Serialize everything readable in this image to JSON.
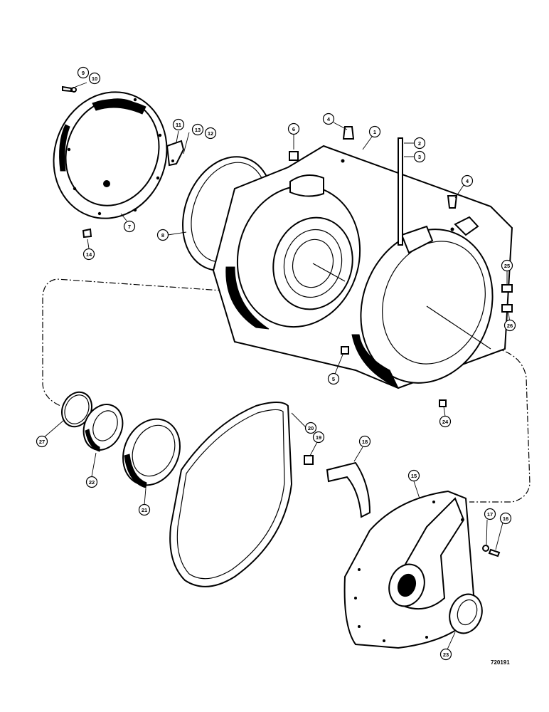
{
  "callouts": [
    {
      "label": "1"
    },
    {
      "label": "2"
    },
    {
      "label": "3"
    },
    {
      "label": "4"
    },
    {
      "label": "4"
    },
    {
      "label": "5"
    },
    {
      "label": "6"
    },
    {
      "label": "7"
    },
    {
      "label": "8"
    },
    {
      "label": "9"
    },
    {
      "label": "10"
    },
    {
      "label": "11"
    },
    {
      "label": "12"
    },
    {
      "label": "13"
    },
    {
      "label": "14"
    },
    {
      "label": "15"
    },
    {
      "label": "16"
    },
    {
      "label": "17"
    },
    {
      "label": "18"
    },
    {
      "label": "19"
    },
    {
      "label": "20"
    },
    {
      "label": "21"
    },
    {
      "label": "22"
    },
    {
      "label": "23"
    },
    {
      "label": "24"
    },
    {
      "label": "25"
    },
    {
      "label": "26"
    },
    {
      "label": "27"
    }
  ],
  "catalog_id": "720191"
}
